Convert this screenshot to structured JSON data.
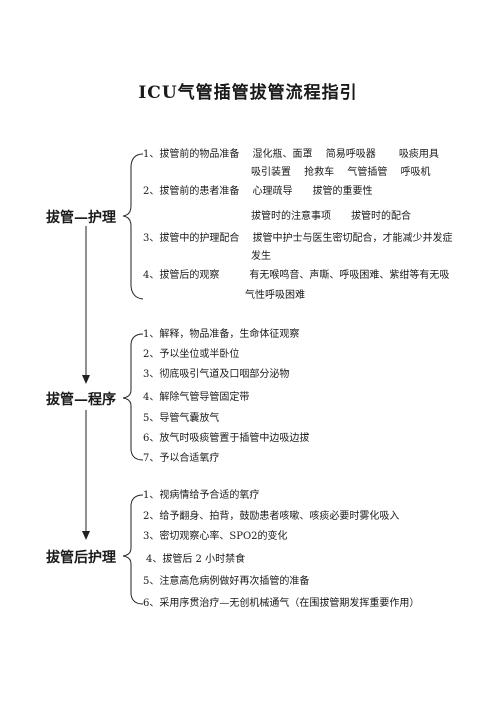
{
  "document": {
    "title": "ICU气管插管拔管流程指引",
    "sections": [
      {
        "heading": "拔管—护理",
        "lines": [
          "1、拔管前的物品准备　 湿化瓶、面罩　 简易呼吸器　　 吸痰用具",
          "吸引装置　 抢救车　 气管插管　 呼吸机",
          "2、拔管前的患者准备　 心理疏导　　拔管的重要性",
          "拔管时的注意事项　　拔管时的配合",
          "3、拔管中的护理配合　 拔管中护士与医生密切配合，才能减少并发症",
          "发生",
          "4、拔管后的观察　　　有无喉鸣音、声嘶、呼吸困难、紫绀等有无吸",
          "气性呼吸困难"
        ]
      },
      {
        "heading": "拔管—程序",
        "lines": [
          "1、解释，物品准备，生命体征观察",
          "2、予以坐位或半卧位",
          "3、彻底吸引气道及口咽部分泌物",
          "4、解除气管导管固定带",
          "5、导管气囊放气",
          "6、放气时吸痰管置于插管中边吸边拔",
          "7、予以合适氧疗"
        ]
      },
      {
        "heading": "拔管后护理",
        "lines": [
          "1、视病情给予合适的氧疗",
          "2、给予翻身、拍背，鼓励患者咳嗽、咳痰必要时雾化吸入",
          "3、密切观察心率、SPO2的变化",
          "4、拔管后 2 小时禁食",
          "5、注意高危病例做好再次插管的准备",
          "6、采用序贯治疗—无创机械通气（在围拔管期发挥重要作用）"
        ]
      }
    ]
  }
}
